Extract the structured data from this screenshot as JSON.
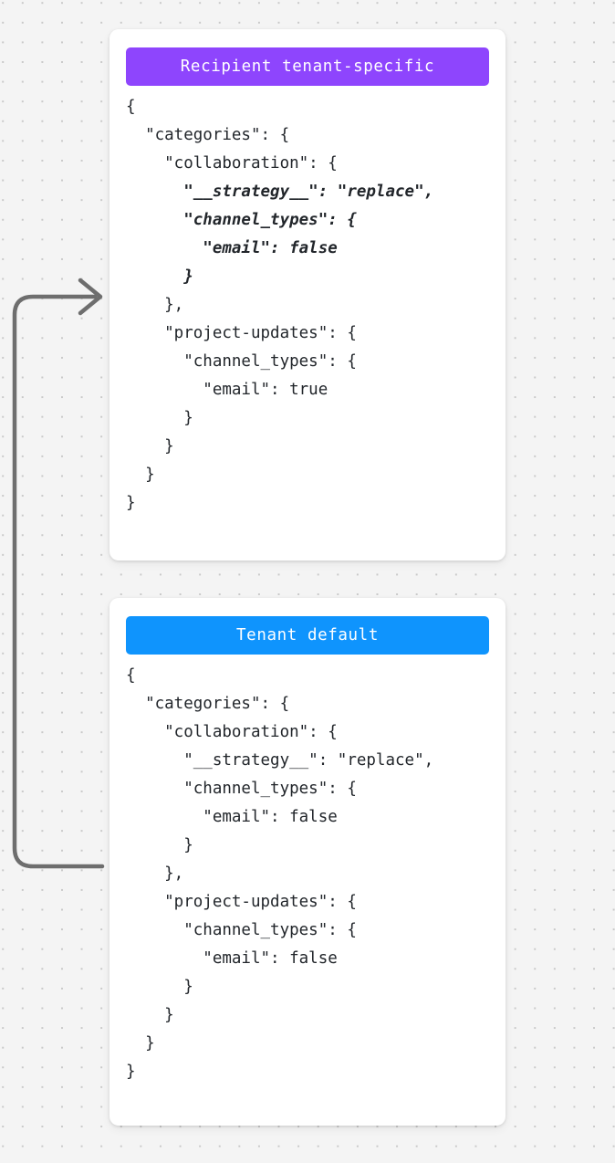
{
  "diagram": {
    "background": "#f4f4f4",
    "dot_color": "#c9c9c9",
    "connector": {
      "name": "inheritance-arrow",
      "color": "#6e6e6e",
      "direction": "from tenant-default card up to recipient tenant-specific card"
    }
  },
  "cards": [
    {
      "id": "recipient-tenant-specific",
      "header_label": "Recipient tenant-specific",
      "header_color": "#8e45fd",
      "code_lines": [
        {
          "text": "{",
          "highlight": false
        },
        {
          "text": "  \"categories\": {",
          "highlight": false
        },
        {
          "text": "    \"collaboration\": {",
          "highlight": false
        },
        {
          "text": "      \"__strategy__\": \"replace\",",
          "highlight": true
        },
        {
          "text": "      \"channel_types\": {",
          "highlight": true
        },
        {
          "text": "        \"email\": false",
          "highlight": true
        },
        {
          "text": "      }",
          "highlight": true
        },
        {
          "text": "    },",
          "highlight": false
        },
        {
          "text": "    \"project-updates\": {",
          "highlight": false
        },
        {
          "text": "      \"channel_types\": {",
          "highlight": false
        },
        {
          "text": "        \"email\": true",
          "highlight": false
        },
        {
          "text": "      }",
          "highlight": false
        },
        {
          "text": "    }",
          "highlight": false
        },
        {
          "text": "  }",
          "highlight": false
        },
        {
          "text": "}",
          "highlight": false
        }
      ]
    },
    {
      "id": "tenant-default",
      "header_label": "Tenant default",
      "header_color": "#0f94fd",
      "code_lines": [
        {
          "text": "{",
          "highlight": false
        },
        {
          "text": "  \"categories\": {",
          "highlight": false
        },
        {
          "text": "    \"collaboration\": {",
          "highlight": false
        },
        {
          "text": "      \"__strategy__\": \"replace\",",
          "highlight": false
        },
        {
          "text": "      \"channel_types\": {",
          "highlight": false
        },
        {
          "text": "        \"email\": false",
          "highlight": false
        },
        {
          "text": "      }",
          "highlight": false
        },
        {
          "text": "    },",
          "highlight": false
        },
        {
          "text": "    \"project-updates\": {",
          "highlight": false
        },
        {
          "text": "      \"channel_types\": {",
          "highlight": false
        },
        {
          "text": "        \"email\": false",
          "highlight": false
        },
        {
          "text": "      }",
          "highlight": false
        },
        {
          "text": "    }",
          "highlight": false
        },
        {
          "text": "  }",
          "highlight": false
        },
        {
          "text": "}",
          "highlight": false
        }
      ]
    }
  ]
}
